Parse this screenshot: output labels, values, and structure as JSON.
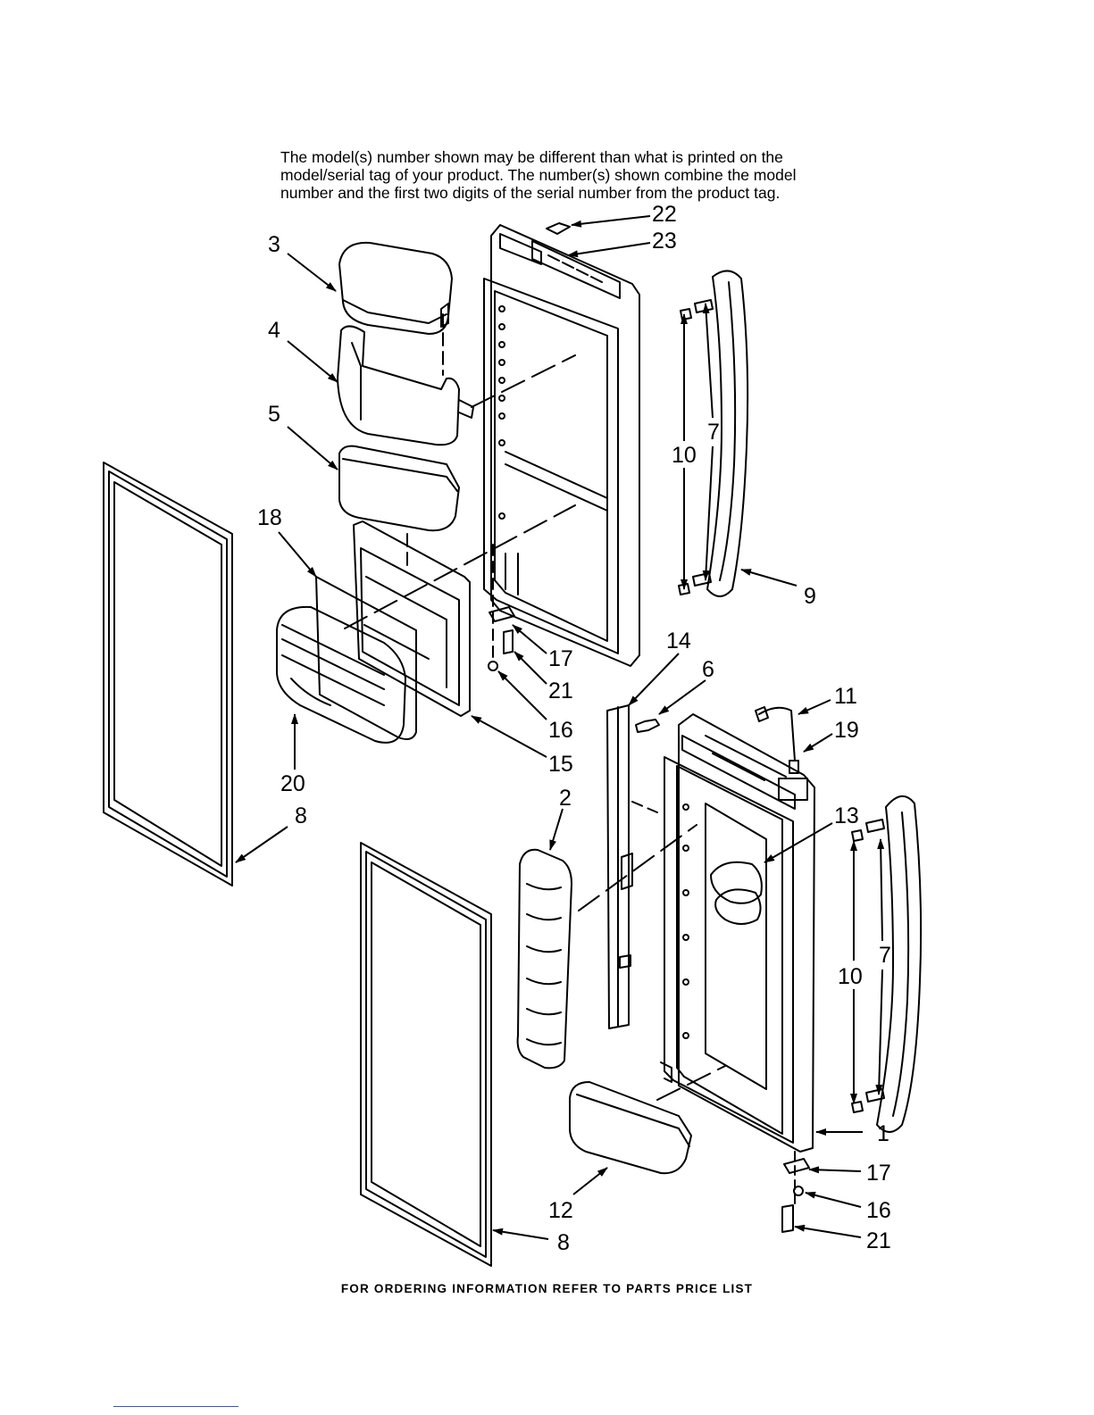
{
  "notice": {
    "line1": "The model(s) number shown may be different than what is printed on the",
    "line2": "model/serial tag of your product. The number(s) shown combine the model",
    "line3": "number and the first two digits of the serial number from the product tag."
  },
  "callouts": [
    {
      "id": "22a",
      "text": "22"
    },
    {
      "id": "23a",
      "text": "23"
    },
    {
      "id": "3a",
      "text": "3"
    },
    {
      "id": "4a",
      "text": "4"
    },
    {
      "id": "5a",
      "text": "5"
    },
    {
      "id": "7a",
      "text": "7"
    },
    {
      "id": "10a",
      "text": "10"
    },
    {
      "id": "18a",
      "text": "18"
    },
    {
      "id": "9a",
      "text": "9"
    },
    {
      "id": "14a",
      "text": "14"
    },
    {
      "id": "6a",
      "text": "6"
    },
    {
      "id": "17a",
      "text": "17"
    },
    {
      "id": "21a",
      "text": "21"
    },
    {
      "id": "16a",
      "text": "16"
    },
    {
      "id": "11a",
      "text": "11"
    },
    {
      "id": "19a",
      "text": "19"
    },
    {
      "id": "15a",
      "text": "15"
    },
    {
      "id": "20a",
      "text": "20"
    },
    {
      "id": "8a",
      "text": "8"
    },
    {
      "id": "2a",
      "text": "2"
    },
    {
      "id": "13a",
      "text": "13"
    },
    {
      "id": "7b",
      "text": "7"
    },
    {
      "id": "10b",
      "text": "10"
    },
    {
      "id": "1a",
      "text": "1"
    },
    {
      "id": "17b",
      "text": "17"
    },
    {
      "id": "16b",
      "text": "16"
    },
    {
      "id": "12a",
      "text": "12"
    },
    {
      "id": "8b",
      "text": "8"
    },
    {
      "id": "21b",
      "text": "21"
    }
  ],
  "footer": "FOR ORDERING INFORMATION REFER TO PARTS PRICE LIST"
}
